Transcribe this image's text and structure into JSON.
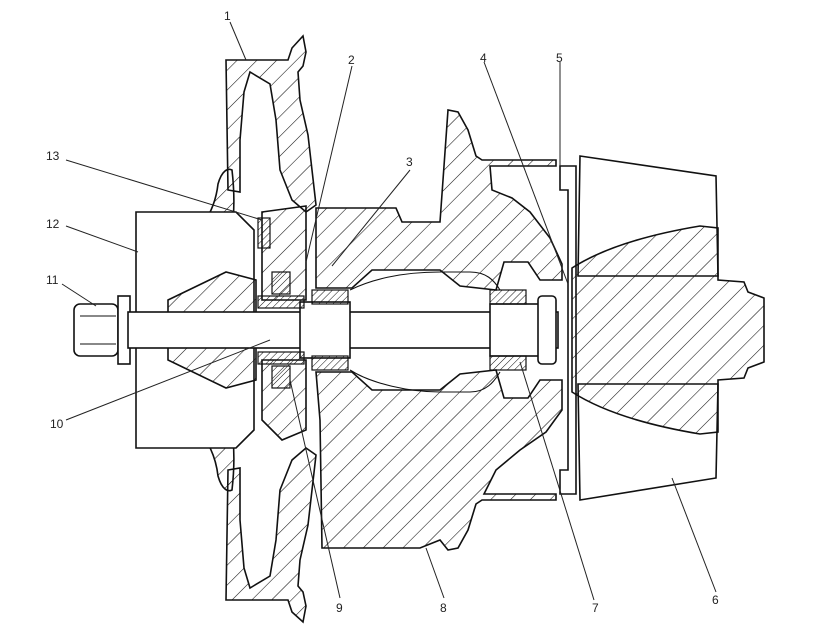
{
  "diagram": {
    "callouts": [
      {
        "id": "c1",
        "label": "1"
      },
      {
        "id": "c2",
        "label": "2"
      },
      {
        "id": "c3",
        "label": "3"
      },
      {
        "id": "c4",
        "label": "4"
      },
      {
        "id": "c5",
        "label": "5"
      },
      {
        "id": "c6",
        "label": "6"
      },
      {
        "id": "c7",
        "label": "7"
      },
      {
        "id": "c8",
        "label": "8"
      },
      {
        "id": "c9",
        "label": "9"
      },
      {
        "id": "c10",
        "label": "10"
      },
      {
        "id": "c11",
        "label": "11"
      },
      {
        "id": "c12",
        "label": "12"
      },
      {
        "id": "c13",
        "label": "13"
      }
    ],
    "colors": {
      "line": "#111111",
      "background": "#ffffff"
    }
  }
}
